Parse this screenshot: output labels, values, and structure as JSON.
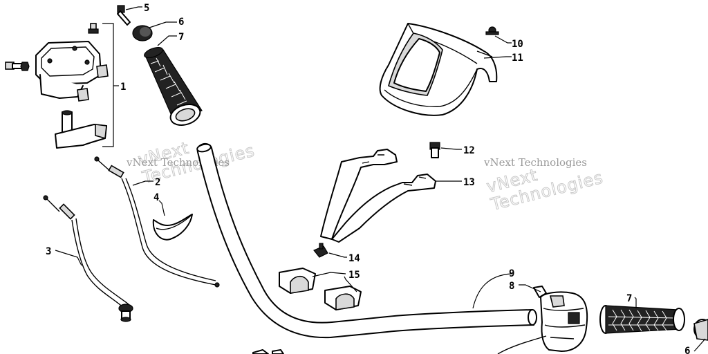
{
  "watermark": {
    "small_text": "vNext Technologies",
    "large_text": "vNext\nTechnologies"
  },
  "callouts": {
    "c1": "1",
    "c2": "2",
    "c3": "3",
    "c4": "4",
    "c5": "5",
    "c6a": "6",
    "c7a": "7",
    "c8": "8",
    "c9": "9",
    "c10": "10",
    "c11": "11",
    "c12": "12",
    "c13": "13",
    "c14": "14",
    "c15": "15",
    "c7b": "7",
    "c6b": "6"
  }
}
